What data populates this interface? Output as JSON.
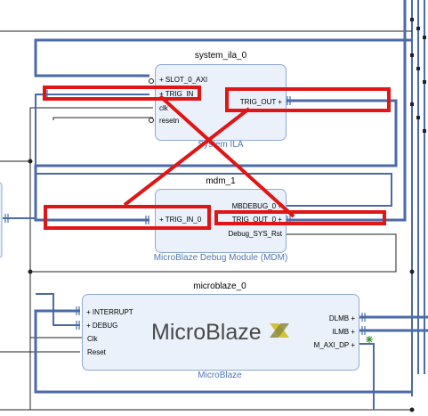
{
  "blocks": {
    "ila": {
      "instance": "system_ila_0",
      "caption": "System ILA",
      "pins_left": [
        "SLOT_0_AXI",
        "TRIG_IN",
        "clk",
        "resetn"
      ],
      "pins_right": [
        "TRIG_OUT"
      ]
    },
    "mdm": {
      "instance": "mdm_1",
      "caption": "MicroBlaze Debug Module (MDM)",
      "pins_left": [
        "TRIG_IN_0"
      ],
      "pins_right": [
        "MBDEBUG_0",
        "TRIG_OUT_0",
        "Debug_SYS_Rst"
      ]
    },
    "microblaze": {
      "instance": "microblaze_0",
      "caption": "MicroBlaze",
      "logo": "MicroBlaze",
      "pins_left": [
        "INTERRUPT",
        "DEBUG",
        "Clk",
        "Reset"
      ],
      "pins_right": [
        "DLMB",
        "ILMB",
        "M_AXI_DP"
      ]
    }
  },
  "colors": {
    "net": "#4a6aa8",
    "block_fill": "#eaf1fb",
    "block_border": "#8fa9d4",
    "highlight": "#e01515",
    "caption": "#4f77b5",
    "logo_mark": "#d4c23a"
  },
  "icons": [
    "plus-icon",
    "bus-connector-icon",
    "interface-port-icon"
  ]
}
